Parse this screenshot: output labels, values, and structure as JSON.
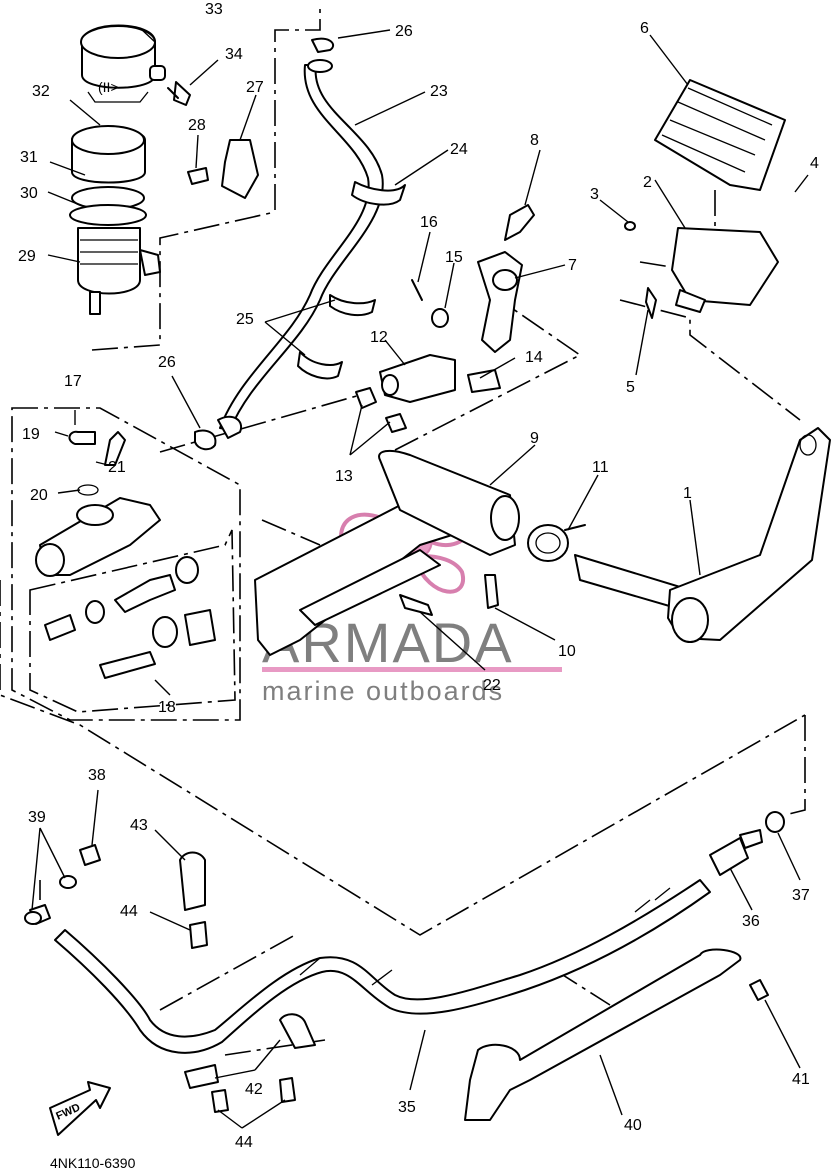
{
  "diagram_code": "4NK110-6390",
  "watermark": {
    "title": "ARMADA",
    "subtitle": "marine outboards",
    "accent_color": "#e89ac4",
    "text_color": "#7f7f7f"
  },
  "fwd_label": "FWD",
  "cap_glyph": "(II>",
  "callouts": {
    "c1": "1",
    "c2": "2",
    "c3": "3",
    "c4": "4",
    "c5": "5",
    "c6": "6",
    "c7": "7",
    "c8": "8",
    "c9": "9",
    "c10": "10",
    "c11": "11",
    "c12": "12",
    "c13": "13",
    "c14": "14",
    "c15": "15",
    "c16": "16",
    "c17": "17",
    "c18": "18",
    "c19": "19",
    "c20": "20",
    "c21": "21",
    "c22": "22",
    "c23": "23",
    "c24": "24",
    "c25": "25",
    "c26a": "26",
    "c26b": "26",
    "c27": "27",
    "c28": "28",
    "c29": "29",
    "c30": "30",
    "c31": "31",
    "c32": "32",
    "c33": "33",
    "c34": "34",
    "c35": "35",
    "c36": "36",
    "c37": "37",
    "c38": "38",
    "c39": "39",
    "c40": "40",
    "c41": "41",
    "c42": "42",
    "c43": "43",
    "c44a": "44",
    "c44b": "44"
  }
}
